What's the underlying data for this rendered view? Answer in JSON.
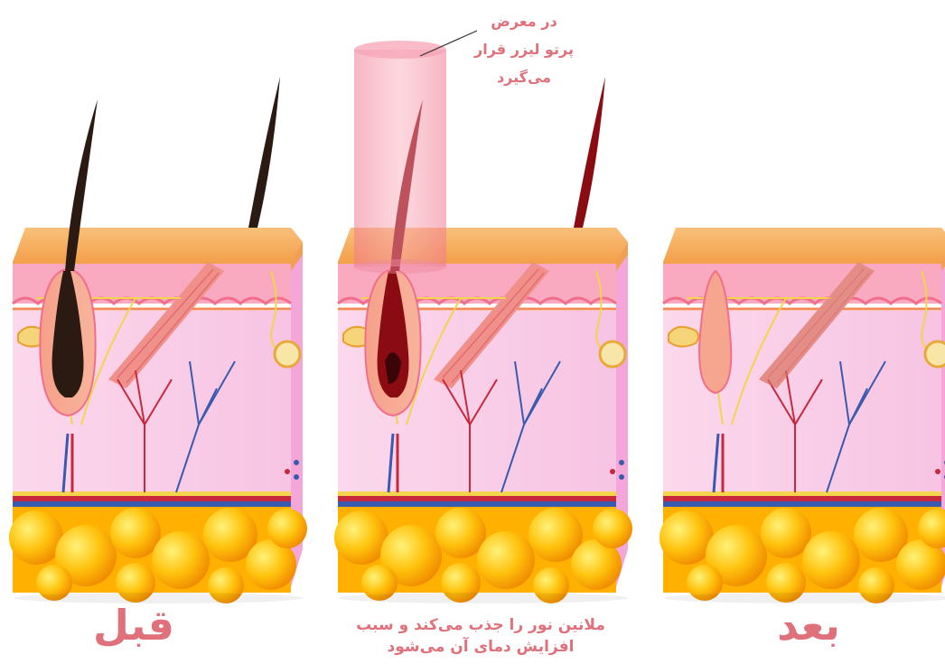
{
  "labels": {
    "before": "قبل",
    "after": "بعد"
  },
  "captions": {
    "laser_line1": "در معرض",
    "laser_line2": "پرتو لیزر قرار",
    "laser_line3": "می‌گیرد",
    "melanin_line1": "ملانین نور را جذب می‌کند و سبب",
    "melanin_line2": "افزایش دمای آن می‌شود"
  },
  "colors": {
    "label_pink": "#e0707a",
    "epidermis": "#f6b45a",
    "dermis": "#f9d6ea",
    "fat": "#ffb300",
    "laser_beam": "#f28a9c",
    "artery": "#c8283c",
    "vein": "#3a5ab0",
    "nerve": "#f0d048"
  }
}
